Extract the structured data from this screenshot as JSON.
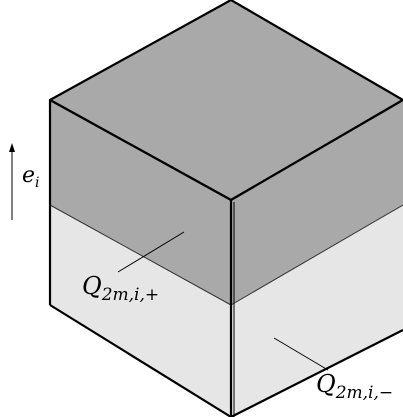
{
  "diagram": {
    "axis_label": {
      "base": "e",
      "subscript": "i"
    },
    "upper_region_label": {
      "base": "Q",
      "subscript": "2m,i,+"
    },
    "lower_region_label": {
      "base": "Q",
      "subscript": "2m,i,−"
    },
    "colors": {
      "top_face": "#a9a9a9",
      "upper_faces": "#a9a9a9",
      "lower_faces": "#e6e6e6",
      "edges": "#000000"
    }
  }
}
